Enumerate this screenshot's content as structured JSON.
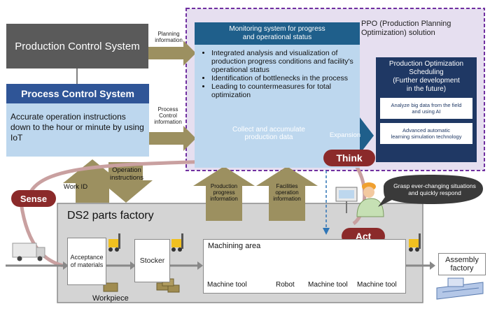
{
  "production_control": {
    "title": "Production Control System"
  },
  "planning_arrow": {
    "label": "Planning\ninformation"
  },
  "process_control": {
    "title": "Process Control System",
    "body": "Accurate operation instructions down to the hour or minute by using IoT"
  },
  "process_arrow": {
    "label": "Process\nControl\ninformation"
  },
  "ppo": {
    "title": "PPO (Production Planning\nOptimization) solution"
  },
  "monitoring": {
    "header": "Monitoring system for progress\nand operational status",
    "bullets": [
      "Integrated analysis and visualization of production progress conditions and facility's operational status",
      "Identification of bottlenecks in the process",
      "Leading to countermeasures for total optimization"
    ],
    "database": "Collect and accumulate\nproduction data"
  },
  "expansion": {
    "label": "Expansion"
  },
  "optimization": {
    "title": "Production Optimization\nScheduling\n(Further development\nin the future)",
    "items": [
      "Analyze big data  from the field\nand using AI",
      "Advanced automatic\nlearning simulation technology"
    ]
  },
  "labels": {
    "think": "Think",
    "sense": "Sense",
    "act": "Act",
    "work_id": "Work ID",
    "operation_instructions": "Operation\ninstructions",
    "production_progress": "Production\nprogress\ninformation",
    "facilities_operation": "Facilities\noperation\ninformation",
    "callout": "Grasp ever-changing situations\nand quickly respond"
  },
  "factory": {
    "title": "DS2 parts factory",
    "acceptance": "Acceptance\nof materials",
    "stocker": "Stocker",
    "workpiece": "Workpiece",
    "machining_area": "Machining area",
    "machine_tool_1": "Machine tool",
    "robot": "Robot",
    "machine_tool_2": "Machine tool",
    "machine_tool_3": "Machine tool",
    "assembly": "Assembly\nfactory"
  },
  "colors": {
    "dark_gray": "#5a5a5a",
    "process_blue": "#2f5597",
    "light_blue": "#bdd7ee",
    "navy": "#1f3864",
    "teal_dark": "#1f4e79",
    "olive": "#9c9060",
    "maroon": "#8b2a2a",
    "factory_gray": "#d4d4d4",
    "ppo_bg": "#e6dff0",
    "ppo_border": "#7030a0"
  },
  "icons": [
    "truck-icon",
    "forklift-icon",
    "robot-icon",
    "machine-tool-icon",
    "worker-icon",
    "monitor-icon",
    "building-icon",
    "workpiece-icon"
  ]
}
